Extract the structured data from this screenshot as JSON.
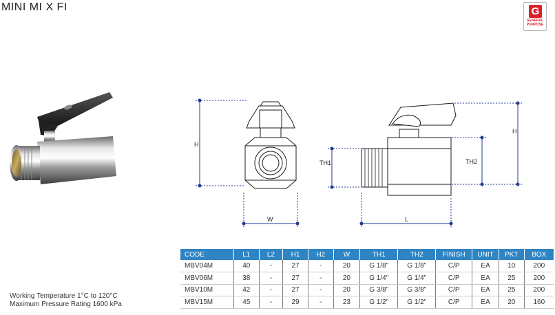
{
  "header": {
    "title": "MINI MI X FI"
  },
  "badge": {
    "letter": "G",
    "line1": "GENERAL",
    "line2": "PURPOSE",
    "color": "#d8232a"
  },
  "drawing": {
    "labels": {
      "h_front": "H",
      "w": "W",
      "th1": "TH1",
      "th2": "TH2",
      "h_side": "H",
      "l": "L"
    },
    "line_color": "#1f3a93"
  },
  "specs": {
    "working_temperature": "Working Temperature  1°C to 120°C",
    "max_pressure": "Maximum Pressure Rating  1600 kPa"
  },
  "table": {
    "header_color": "#2f85c4",
    "columns": [
      "CODE",
      "L1",
      "L2",
      "H1",
      "H2",
      "W",
      "TH1",
      "TH2",
      "FINISH",
      "UNIT",
      "PKT",
      "BOX"
    ],
    "rows": [
      [
        "MBV04M",
        "40",
        "-",
        "27",
        "-",
        "20",
        "G 1/8\"",
        "G 1/8\"",
        "C/P",
        "EA",
        "10",
        "200"
      ],
      [
        "MBV06M",
        "38",
        "-",
        "27",
        "-",
        "20",
        "G 1/4\"",
        "G 1/4\"",
        "C/P",
        "EA",
        "25",
        "200"
      ],
      [
        "MBV10M",
        "42",
        "-",
        "27",
        "-",
        "20",
        "G 3/8\"",
        "G 3/8\"",
        "C/P",
        "EA",
        "25",
        "200"
      ],
      [
        "MBV15M",
        "45",
        "-",
        "29",
        "-",
        "23",
        "G 1/2\"",
        "G 1/2\"",
        "C/P",
        "EA",
        "20",
        "160"
      ]
    ]
  }
}
